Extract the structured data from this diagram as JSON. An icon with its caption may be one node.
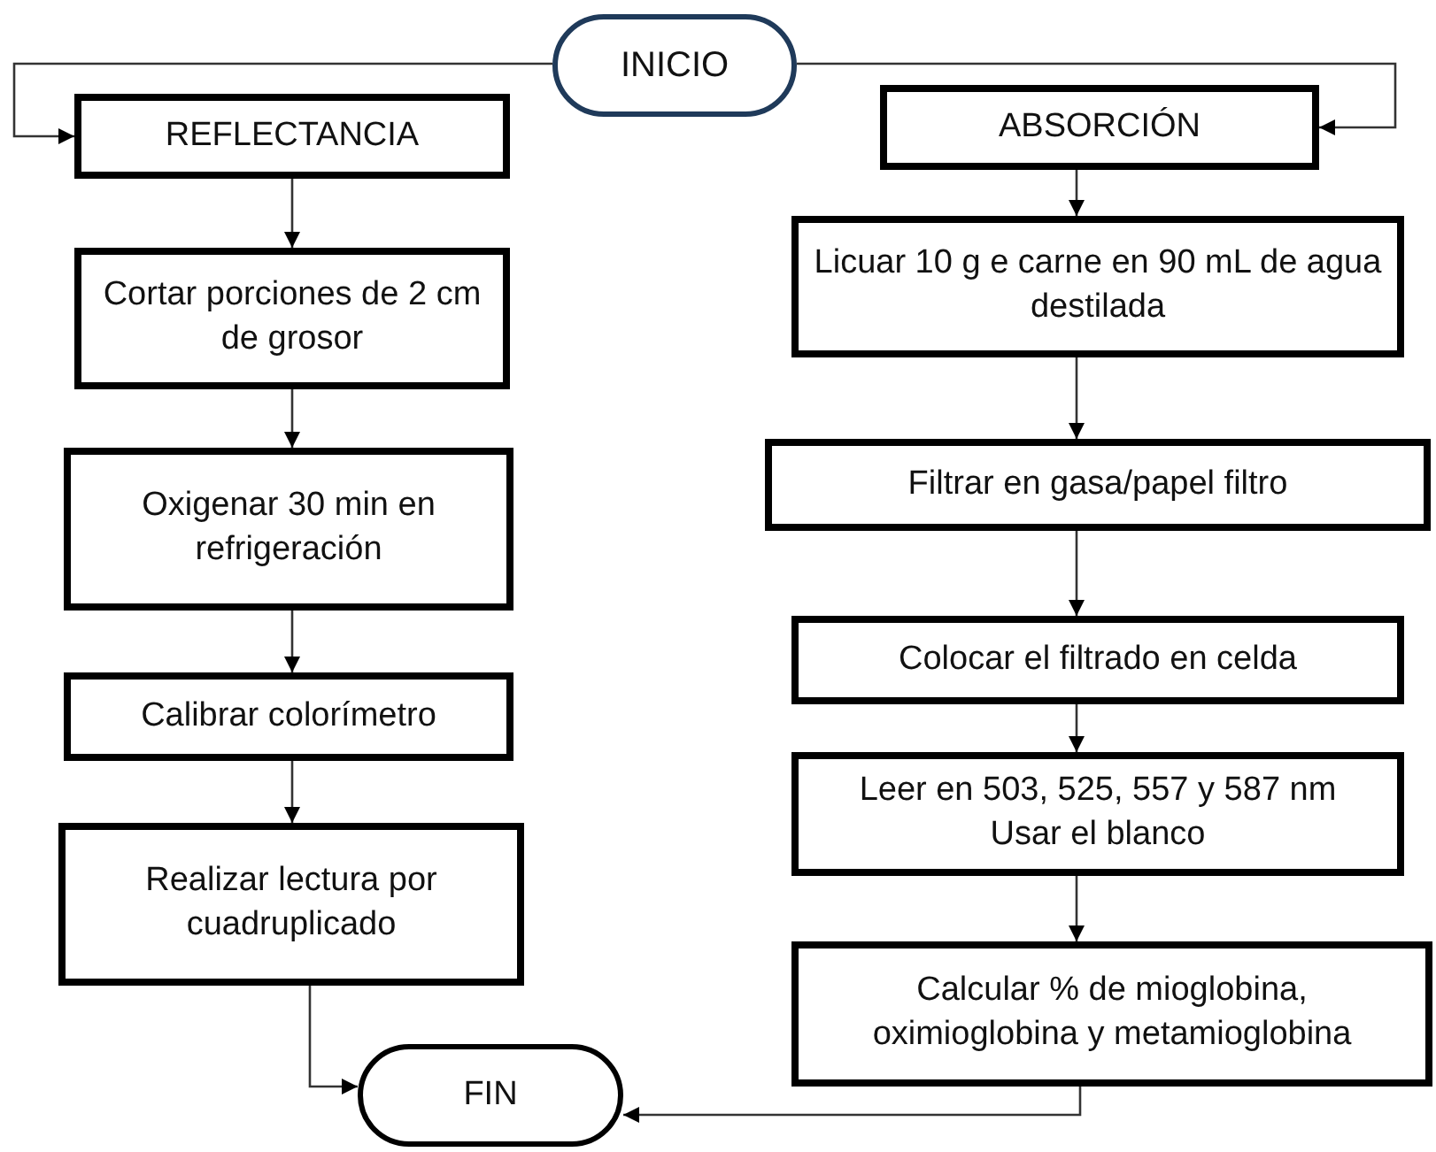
{
  "diagram": {
    "nodes": [
      {
        "text": [
          "INICIO"
        ]
      },
      {
        "text": [
          "REFLECTANCIA"
        ]
      },
      {
        "text": [
          "Cortar porciones de 2 cm de grosor"
        ]
      },
      {
        "text": [
          "Oxigenar 30 min en refrigeración"
        ]
      },
      {
        "text": [
          "Calibrar colorímetro"
        ]
      },
      {
        "text": [
          "Realizar lectura por cuadruplicado"
        ]
      },
      {
        "text": [
          "ABSORCIÓN"
        ]
      },
      {
        "text": [
          "Licuar 10 g e carne en 90 mL de agua destilada"
        ]
      },
      {
        "text": [
          "Filtrar en gasa/papel filtro"
        ]
      },
      {
        "text": [
          "Colocar el filtrado en celda"
        ]
      },
      {
        "text": [
          "Leer en 503, 525, 557 y 587 nm",
          "Usar el blanco"
        ]
      },
      {
        "text": [
          "Calcular % de mioglobina, oximioglobina y metamioglobina"
        ]
      },
      {
        "text": [
          "FIN"
        ]
      }
    ],
    "edges": [
      {
        "from": 0,
        "to": 1,
        "arrow": "to"
      },
      {
        "from": 0,
        "to": 6,
        "arrow": "to"
      },
      {
        "from": 1,
        "to": 2,
        "arrow": "to"
      },
      {
        "from": 2,
        "to": 3,
        "arrow": "to"
      },
      {
        "from": 3,
        "to": 4,
        "arrow": "to"
      },
      {
        "from": 4,
        "to": 5,
        "arrow": "to"
      },
      {
        "from": 6,
        "to": 7,
        "arrow": "to"
      },
      {
        "from": 7,
        "to": 8,
        "arrow": "to"
      },
      {
        "from": 8,
        "to": 9,
        "arrow": "to"
      },
      {
        "from": 9,
        "to": 10,
        "arrow": "to"
      },
      {
        "from": 10,
        "to": 11,
        "arrow": "to"
      },
      {
        "from": 5,
        "to": 12,
        "arrow": "to"
      },
      {
        "from": 11,
        "to": 12,
        "arrow": "to"
      }
    ]
  }
}
